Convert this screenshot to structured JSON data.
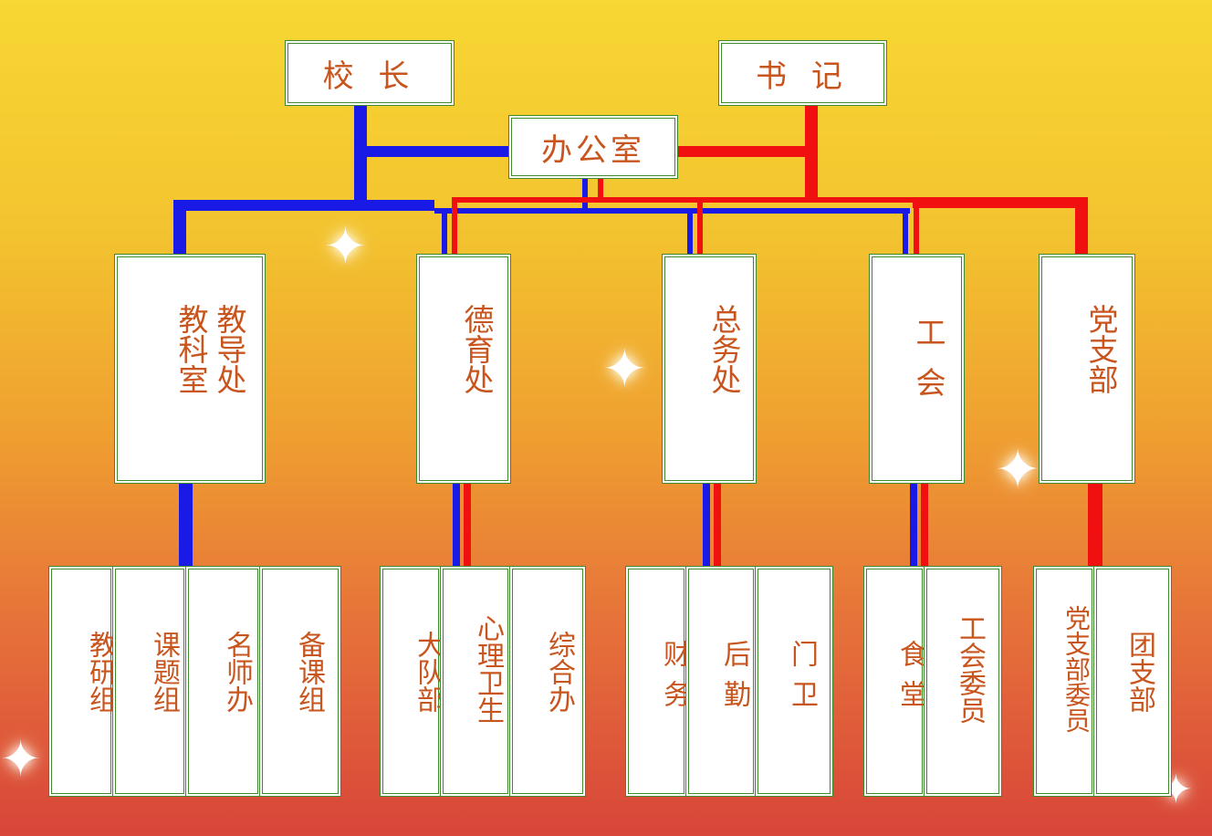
{
  "leaders": {
    "principal": "校 长",
    "secretary": "书 记"
  },
  "office": "办公室",
  "departments": {
    "teaching_office": "教导处",
    "research_office": "教科室",
    "moral_education": "德育处",
    "general_affairs": "总务处",
    "union": "工会",
    "party_branch": "党支部"
  },
  "units": {
    "research_group": "教研组",
    "subject_group": "课题组",
    "master_teacher_office": "名师办",
    "lesson_prep_group": "备课组",
    "brigade": "大队部",
    "mental_health": "心理卫生",
    "general_office": "综合办",
    "finance": "财务",
    "logistics": "后勤",
    "gate_guard": "门卫",
    "canteen": "食堂",
    "union_committee": "工会委员",
    "party_committee": "党支部委员",
    "youth_league": "团支部"
  },
  "colors": {
    "principal_line": "#1a1ae6",
    "secretary_line": "#f01010",
    "text": "#c8551e",
    "box_border": "#3f8a2c"
  }
}
